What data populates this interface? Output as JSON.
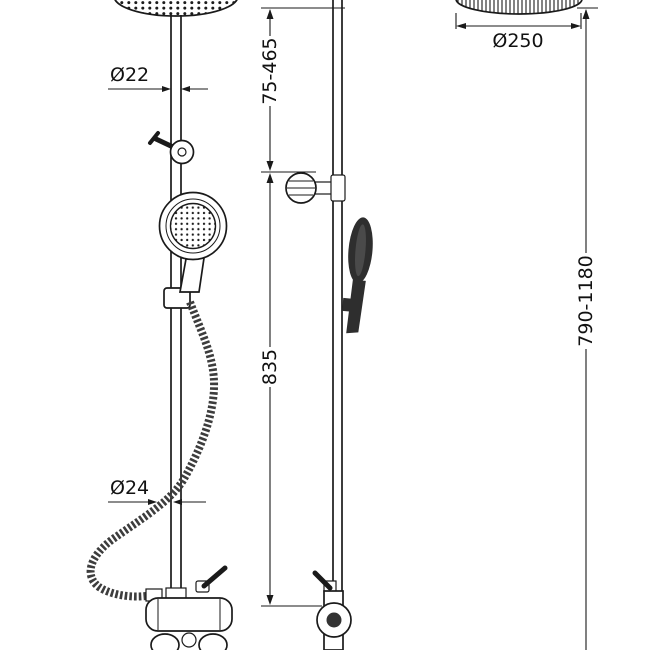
{
  "dimensions": {
    "pipe_diameter": "Ø22",
    "hose_diameter": "Ø24",
    "head_diameter": "Ø250",
    "upper_range": "75-465",
    "column_length": "835",
    "overall_height_range": "790-1180"
  },
  "colors": {
    "line": "#1a1a1a",
    "dark_fill": "#2e2e2e",
    "background": "#ffffff"
  }
}
